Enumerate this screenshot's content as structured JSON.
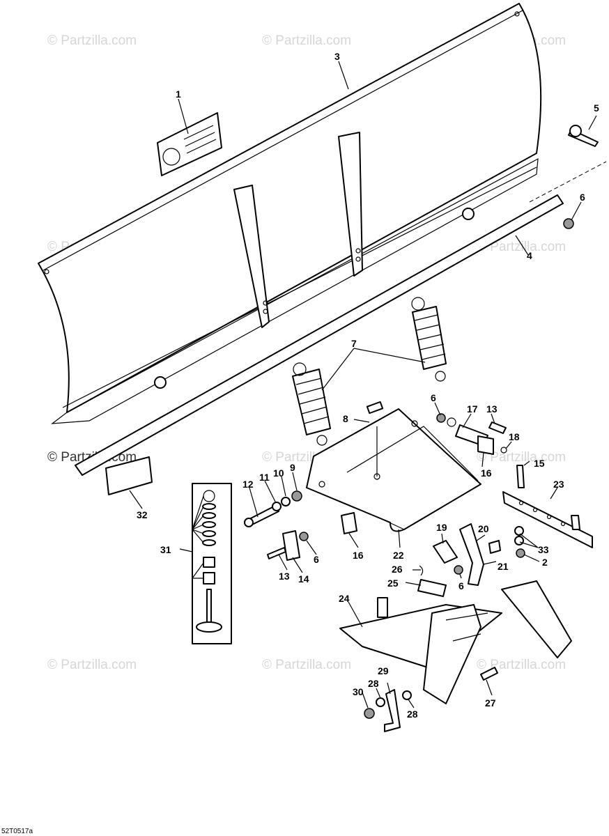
{
  "watermark": "© Partzilla.com",
  "drawing_code": "52T0517a",
  "callouts": [
    "1",
    "2",
    "3",
    "4",
    "5",
    "6",
    "6",
    "6",
    "6",
    "6",
    "7",
    "8",
    "9",
    "10",
    "11",
    "12",
    "13",
    "13",
    "14",
    "15",
    "16",
    "16",
    "17",
    "18",
    "19",
    "20",
    "21",
    "22",
    "23",
    "24",
    "25",
    "26",
    "27",
    "28",
    "28",
    "29",
    "30",
    "31",
    "32",
    "33"
  ]
}
